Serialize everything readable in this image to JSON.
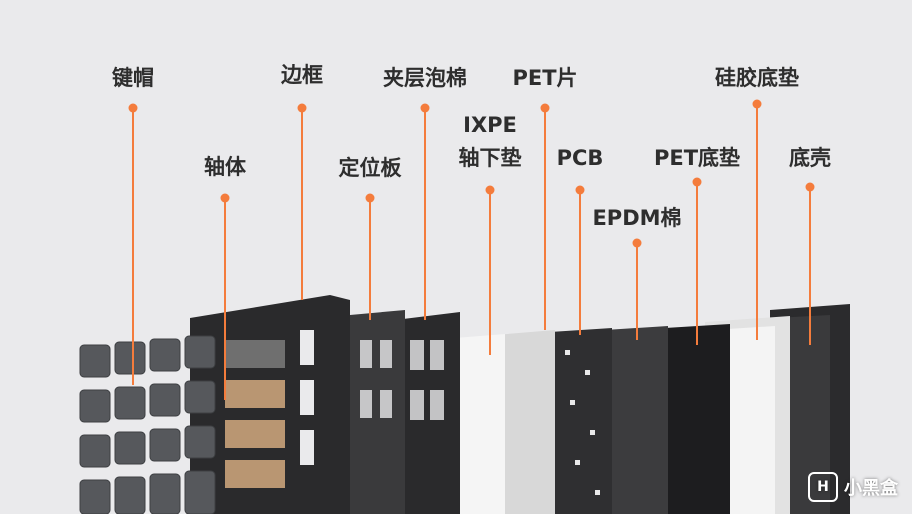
{
  "accent_color": "#f47c3c",
  "labels": [
    {
      "id": "keycap",
      "text": "键帽"
    },
    {
      "id": "switch",
      "text": "轴体"
    },
    {
      "id": "frame",
      "text": "边框"
    },
    {
      "id": "plate",
      "text": "定位板"
    },
    {
      "id": "sandwich-foam",
      "text": "夹层泡棉"
    },
    {
      "id": "ixpe",
      "text": "IXPE",
      "text2": "轴下垫"
    },
    {
      "id": "pet-sheet",
      "text": "PET片"
    },
    {
      "id": "pcb",
      "text": "PCB"
    },
    {
      "id": "epdm",
      "text": "EPDM棉"
    },
    {
      "id": "pet-pad",
      "text": "PET底垫"
    },
    {
      "id": "silicone-pad",
      "text": "硅胶底垫"
    },
    {
      "id": "bottom-case",
      "text": "底壳"
    }
  ],
  "watermark": {
    "text": "小黑盒",
    "logo": "H"
  }
}
